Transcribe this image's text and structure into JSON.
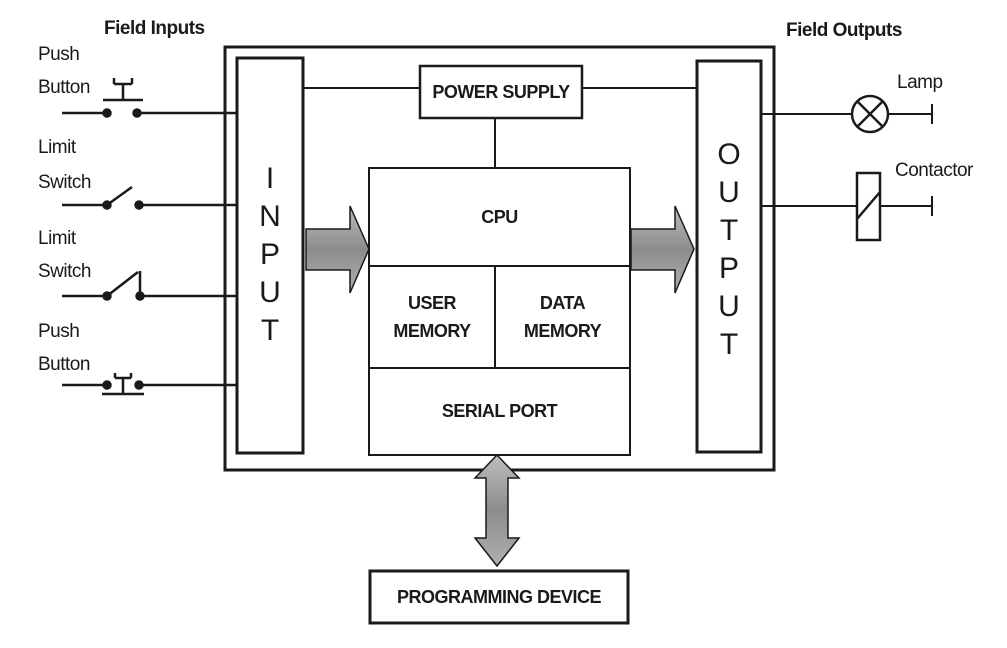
{
  "header": {
    "field_inputs": "Field Inputs",
    "field_outputs": "Field Outputs"
  },
  "inputs": [
    {
      "line1": "Push",
      "line2": "Button",
      "icon": "push-button-no-icon"
    },
    {
      "line1": "Limit",
      "line2": "Switch",
      "icon": "limit-switch-no-icon"
    },
    {
      "line1": "Limit",
      "line2": "Switch",
      "icon": "limit-switch-closed-icon"
    },
    {
      "line1": "Push",
      "line2": "Button",
      "icon": "push-button-nc-icon"
    }
  ],
  "outputs": [
    {
      "label": "Lamp",
      "icon": "lamp-icon"
    },
    {
      "label": "Contactor",
      "icon": "contactor-coil-icon"
    }
  ],
  "blocks": {
    "input_letters": [
      "I",
      "N",
      "P",
      "U",
      "T"
    ],
    "output_letters": [
      "O",
      "U",
      "T",
      "P",
      "U",
      "T"
    ],
    "power_supply": "POWER SUPPLY",
    "cpu": "CPU",
    "user_memory": "USER\nMEMORY",
    "data_memory": "DATA\nMEMORY",
    "serial_port": "SERIAL PORT",
    "programming_device": "PROGRAMMING DEVICE"
  },
  "colors": {
    "line": "#1a1a1a",
    "arrow_fill": "#9a9a9a",
    "background": "#ffffff"
  }
}
